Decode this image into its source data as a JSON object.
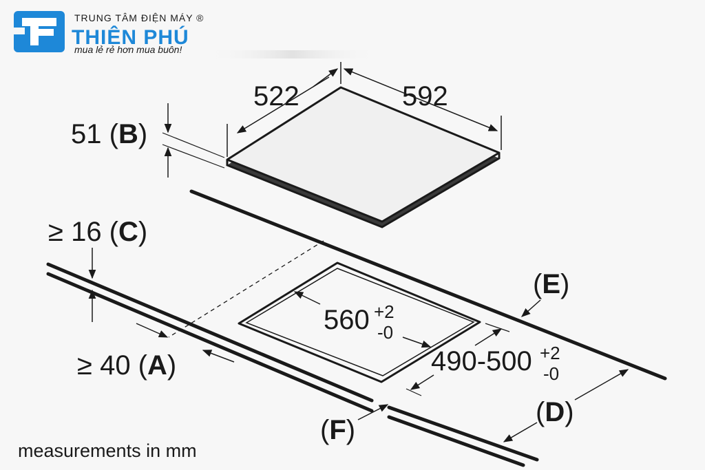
{
  "logo": {
    "top_line": "TRUNG TÂM ĐIỆN MÁY ®",
    "name": "THIÊN PHÚ",
    "tagline": "mua lẻ rẻ hơn mua buôn!",
    "primary_color": "#1e88d8",
    "icon": "thien-phu-logo-mark"
  },
  "dimensions": {
    "depth": "522",
    "width": "592",
    "height_value": "51",
    "height_letter": "B",
    "front_gap_prefix": "≥ 16",
    "front_gap_letter": "C",
    "edge_gap_prefix": "≥ 40",
    "edge_gap_letter": "A",
    "cutout_width_value": "560",
    "cutout_width_tol_plus": "+2",
    "cutout_width_tol_minus": "-0",
    "cutout_depth_value": "490-500",
    "cutout_depth_tol_plus": "+2",
    "cutout_depth_tol_minus": "-0",
    "label_d": "D",
    "label_e": "E",
    "label_f": "F"
  },
  "footnote": "measurements in mm",
  "colors": {
    "line": "#1a1a1a",
    "background": "#f7f7f7",
    "hob_top": "#f0f0f0"
  }
}
